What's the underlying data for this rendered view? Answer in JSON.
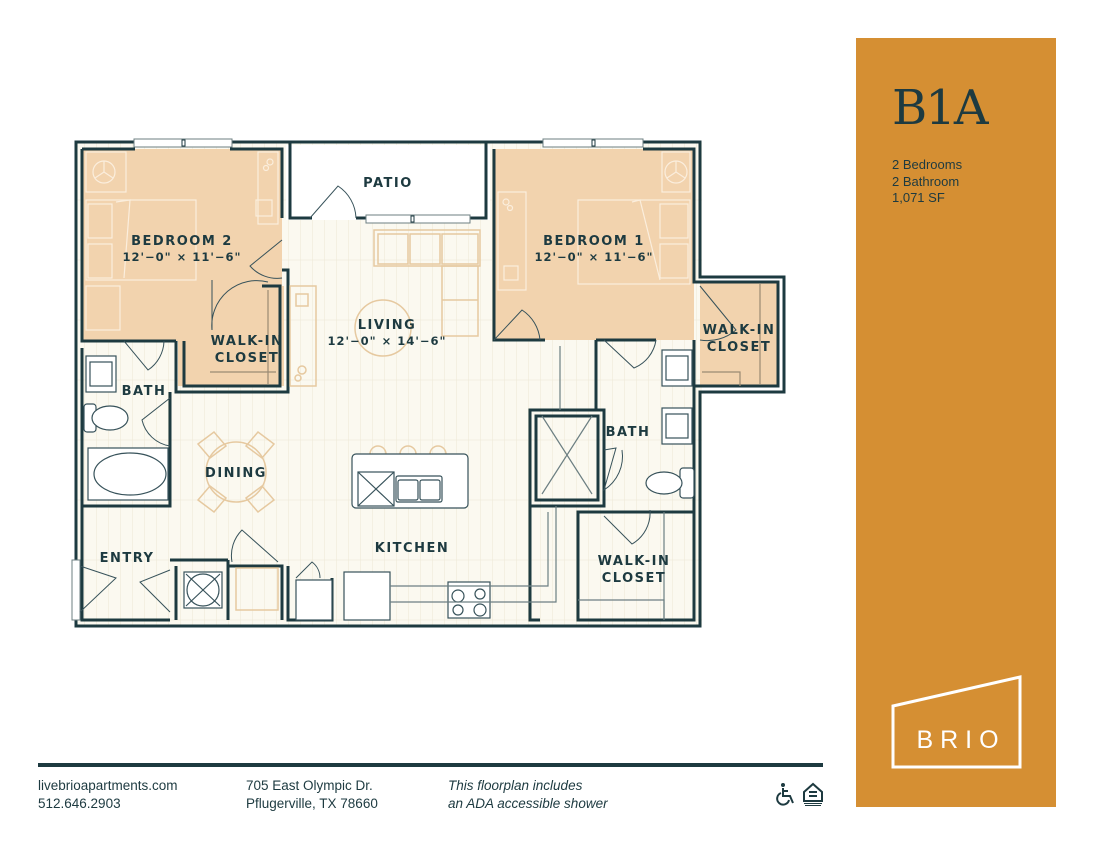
{
  "unit": {
    "title": "B1A",
    "bedrooms": "2 Bedrooms",
    "bathrooms": "2 Bathroom",
    "area": "1,071 SF"
  },
  "brand": {
    "logo_text": "BRIO",
    "panel_color": "#d58f33",
    "ink_color": "#1d3a40",
    "room_fill": "#f2d3ae"
  },
  "rooms": {
    "bedroom2": {
      "label": "BEDROOM 2",
      "dims": "12'−0\" × 11'−6\""
    },
    "bedroom1": {
      "label": "BEDROOM 1",
      "dims": "12'−0\" × 11'−6\""
    },
    "living": {
      "label": "LIVING",
      "dims": "12'−0\" × 14'−6\""
    },
    "patio": {
      "label": "PATIO"
    },
    "walkin_closet_left": {
      "label_line1": "WALK-IN",
      "label_line2": "CLOSET"
    },
    "walkin_closet_right": {
      "label_line1": "WALK-IN",
      "label_line2": "CLOSET"
    },
    "walkin_closet_bottom": {
      "label_line1": "WALK-IN",
      "label_line2": "CLOSET"
    },
    "bath_left": {
      "label": "BATH"
    },
    "bath_right": {
      "label": "BATH"
    },
    "dining": {
      "label": "DINING"
    },
    "kitchen": {
      "label": "KITCHEN"
    },
    "entry": {
      "label": "ENTRY"
    }
  },
  "footer": {
    "website": "livebrioapartments.com",
    "phone": "512.646.2903",
    "address_line1": "705 East Olympic Dr.",
    "address_line2": "Pflugerville, TX 78660",
    "note_line1": "This floorplan includes",
    "note_line2": "an ADA accessible shower",
    "icons": [
      "wheelchair-accessible-icon",
      "equal-housing-opportunity-icon"
    ]
  }
}
